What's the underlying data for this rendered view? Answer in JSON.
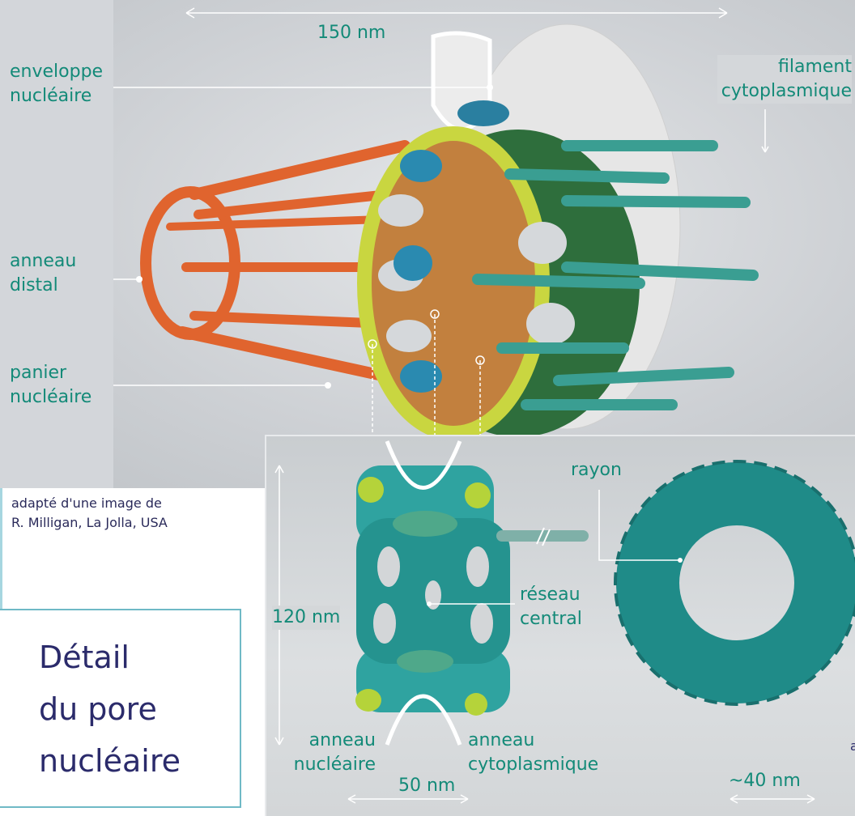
{
  "labels": {
    "scale_top": "150 nm",
    "nuclear_envelope": [
      "enveloppe",
      "nucléaire"
    ],
    "cytoplasmic_filament": [
      "filament",
      "cytoplasmique"
    ],
    "distal_ring": [
      "anneau",
      "distal"
    ],
    "nuclear_basket": [
      "panier",
      "nucléaire"
    ],
    "spoke": "rayon",
    "central_network": [
      "réseau",
      "central"
    ],
    "height_scale": "120 nm",
    "nuclear_ring": [
      "anneau",
      "nucléaire"
    ],
    "cytoplasmic_ring": [
      "anneau",
      "cytoplasmique"
    ],
    "width_scale": "50 nm",
    "ring_scale": "~40 nm",
    "edge_fragment": "a"
  },
  "credit": [
    "adapté d'une image de",
    "R. Milligan, La Jolla, USA"
  ],
  "title": [
    "Détail",
    "du pore",
    "nucléaire"
  ],
  "colors": {
    "label_teal": "#138a78",
    "title_navy": "#2b2b6b",
    "basket_orange": "#e0642e",
    "ring_yellow": "#c9d640",
    "pore_teal": "#2a9a96",
    "membrane_gray": "#e8e8e8"
  }
}
